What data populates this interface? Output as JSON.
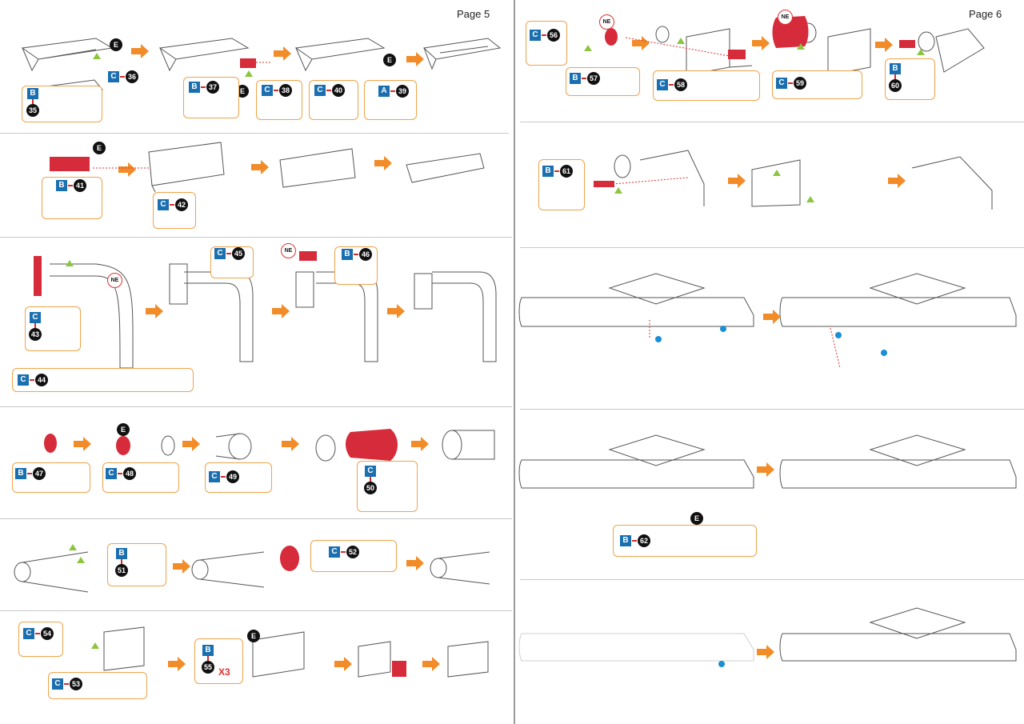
{
  "pages": [
    {
      "label": "Page 5"
    },
    {
      "label": "Page 6"
    }
  ],
  "markers": {
    "e": "E",
    "ne": "NE"
  },
  "multiplier": "X3",
  "colors": {
    "arrow": "#f28c28",
    "callout_border": "#f0a24a",
    "sheet_letter_bg": "#1a6fb0",
    "part_highlight": "#d62b3a",
    "line_art": "#555555",
    "guide_line": "#e03030",
    "triangle": "#8cc63f",
    "dot": "#1a8fd6",
    "divider": "#c9c9c9"
  },
  "parts": [
    {
      "sheet": "B",
      "num": "35"
    },
    {
      "sheet": "C",
      "num": "36"
    },
    {
      "sheet": "B",
      "num": "37"
    },
    {
      "sheet": "C",
      "num": "38"
    },
    {
      "sheet": "C",
      "num": "40"
    },
    {
      "sheet": "A",
      "num": "39"
    },
    {
      "sheet": "B",
      "num": "41"
    },
    {
      "sheet": "C",
      "num": "42"
    },
    {
      "sheet": "C",
      "num": "43"
    },
    {
      "sheet": "C",
      "num": "44"
    },
    {
      "sheet": "C",
      "num": "45"
    },
    {
      "sheet": "B",
      "num": "46"
    },
    {
      "sheet": "B",
      "num": "47"
    },
    {
      "sheet": "C",
      "num": "48"
    },
    {
      "sheet": "C",
      "num": "49"
    },
    {
      "sheet": "C",
      "num": "50"
    },
    {
      "sheet": "B",
      "num": "51"
    },
    {
      "sheet": "C",
      "num": "52"
    },
    {
      "sheet": "C",
      "num": "54"
    },
    {
      "sheet": "C",
      "num": "53"
    },
    {
      "sheet": "B",
      "num": "55"
    },
    {
      "sheet": "C",
      "num": "56"
    },
    {
      "sheet": "B",
      "num": "57"
    },
    {
      "sheet": "C",
      "num": "58"
    },
    {
      "sheet": "C",
      "num": "59"
    },
    {
      "sheet": "B",
      "num": "60"
    },
    {
      "sheet": "B",
      "num": "61"
    },
    {
      "sheet": "B",
      "num": "62"
    }
  ]
}
